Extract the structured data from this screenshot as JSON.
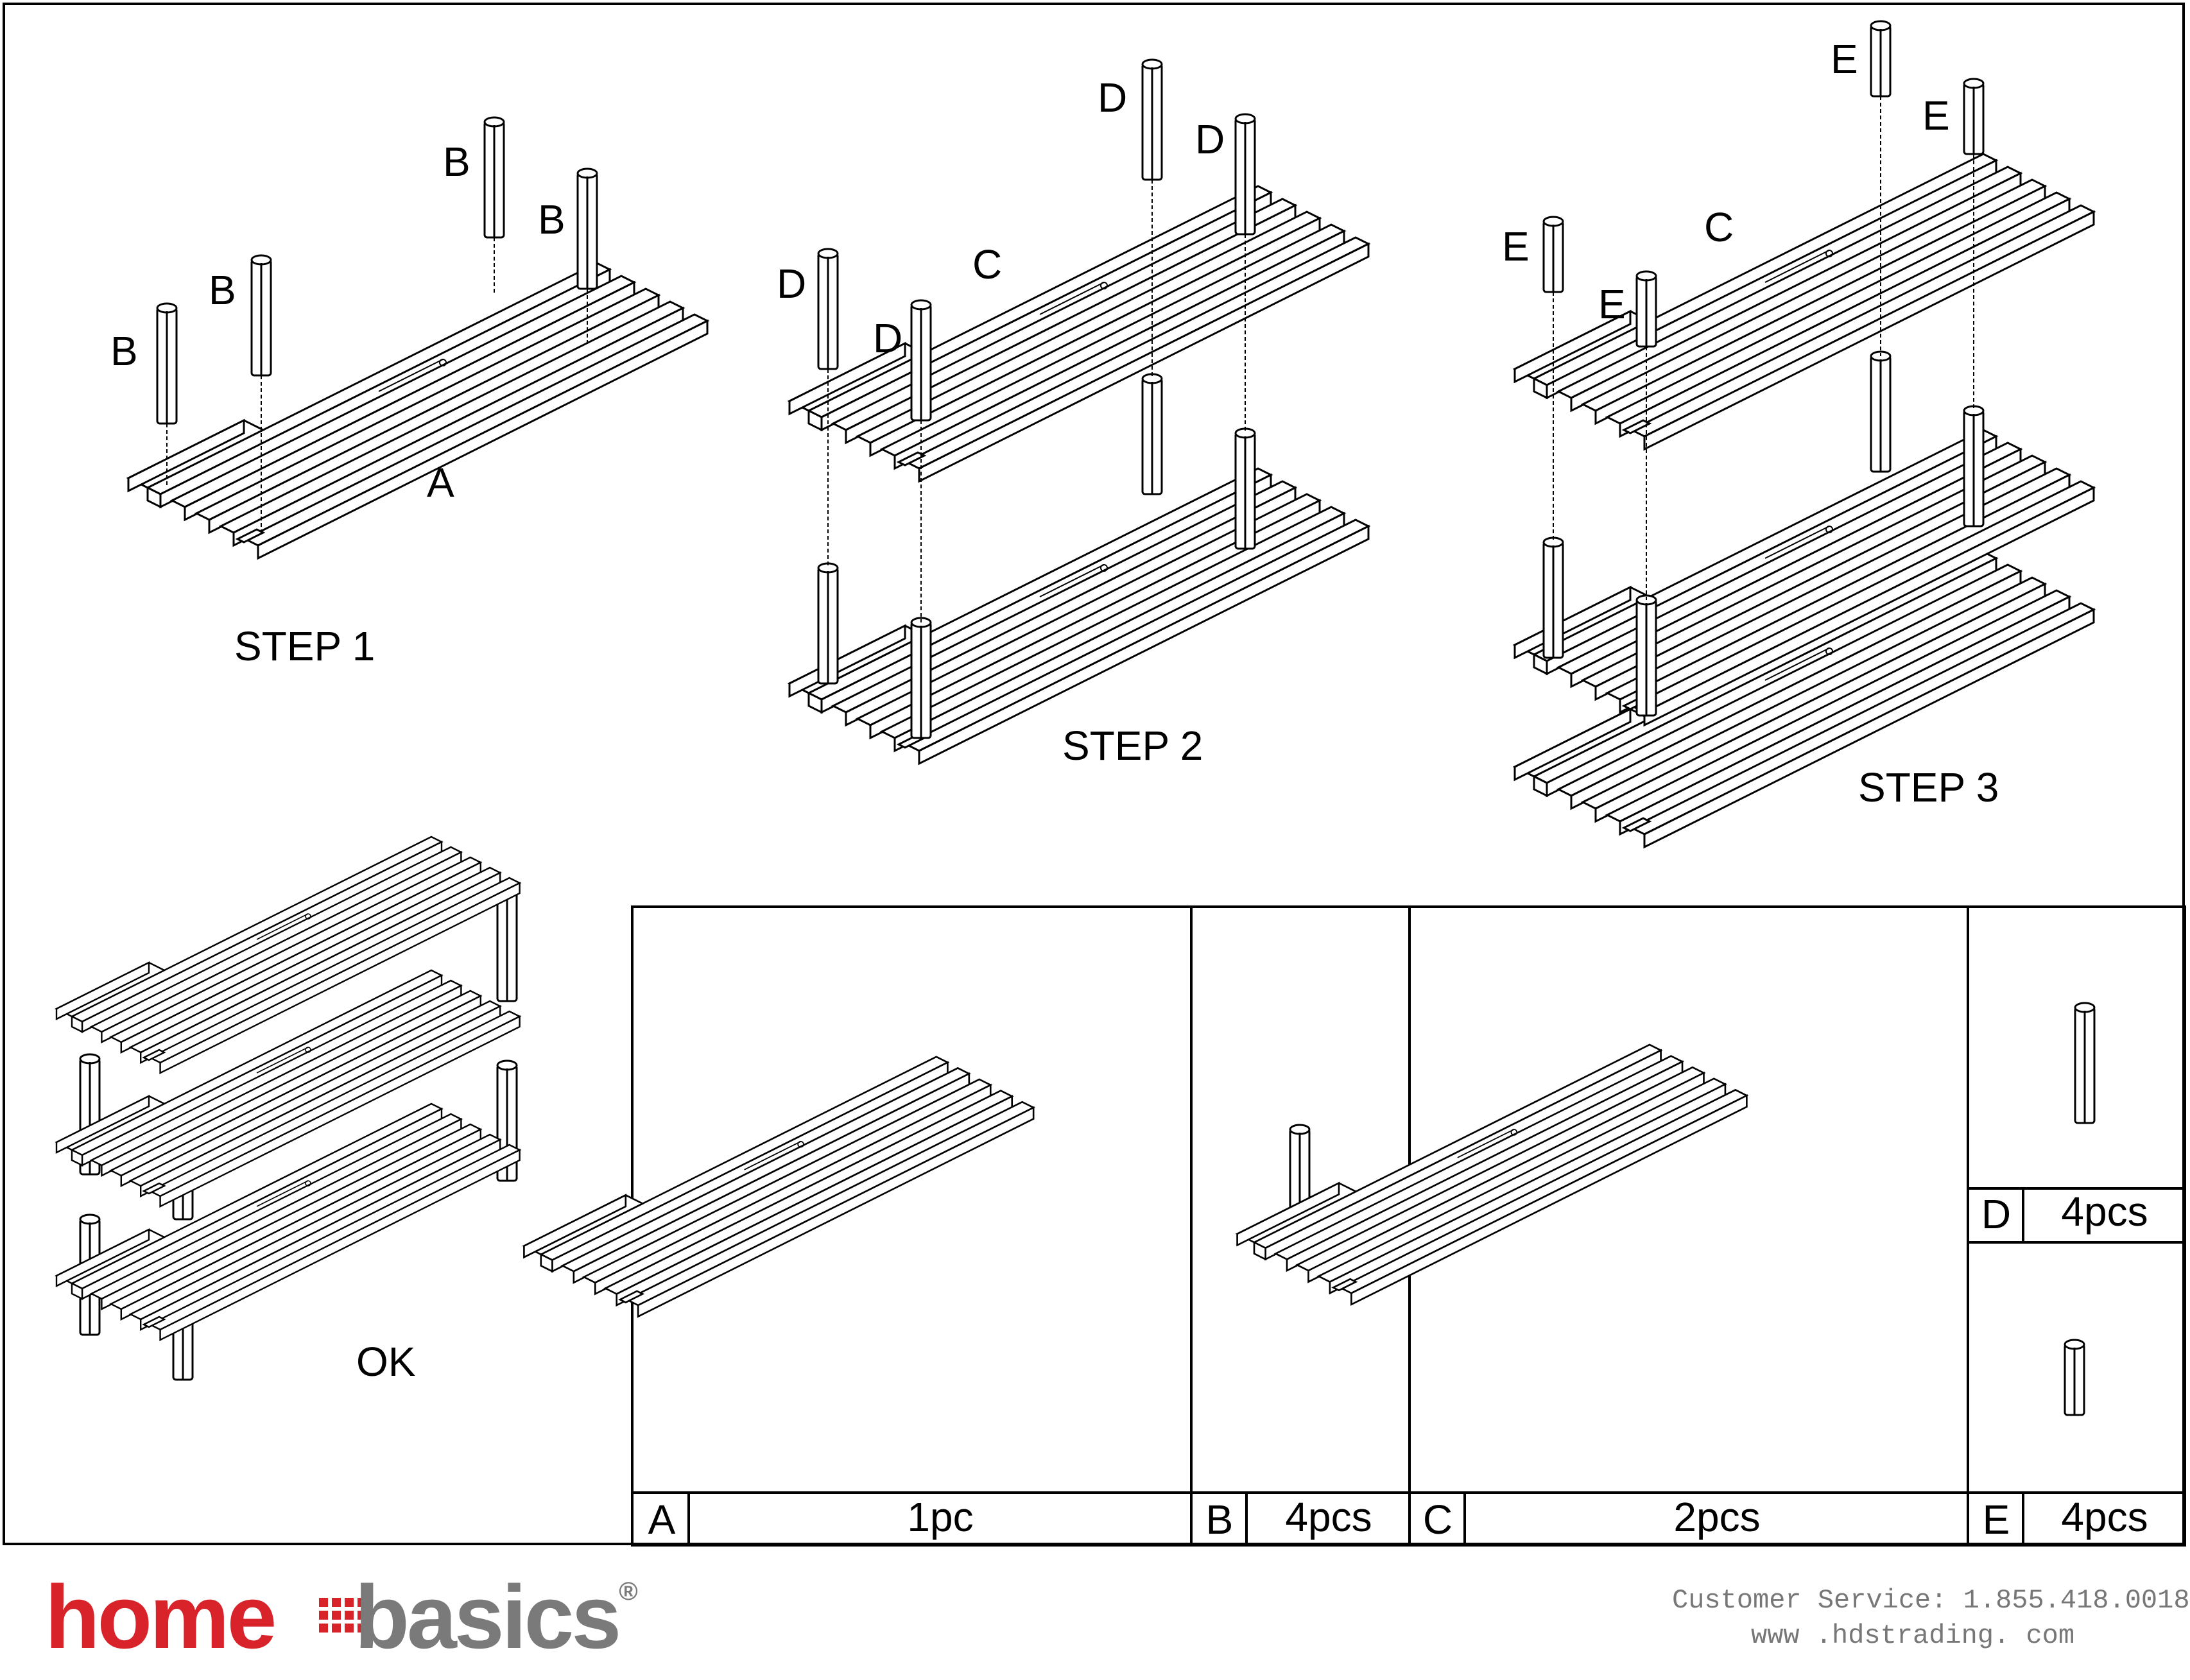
{
  "steps": {
    "step1": {
      "title": "STEP 1",
      "part_a": "A",
      "parts_b": [
        "B",
        "B",
        "B",
        "B"
      ]
    },
    "step2": {
      "title": "STEP 2",
      "part_c": "C",
      "parts_d": [
        "D",
        "D",
        "D",
        "D"
      ]
    },
    "step3": {
      "title": "STEP 3",
      "part_c": "C",
      "parts_e": [
        "E",
        "E",
        "E",
        "E"
      ]
    },
    "final": {
      "title": "OK"
    }
  },
  "parts_list": [
    {
      "letter": "A",
      "qty": "1pc"
    },
    {
      "letter": "B",
      "qty": "4pcs"
    },
    {
      "letter": "C",
      "qty": "2pcs"
    },
    {
      "letter": "D",
      "qty": "4pcs"
    },
    {
      "letter": "E",
      "qty": "4pcs"
    }
  ],
  "footer": {
    "brand_home": "home",
    "brand_basics": "basics",
    "brand_reg": "®",
    "customer_service": "Customer Service: 1.855.418.0018",
    "website": "www .hdstrading. com"
  },
  "colors": {
    "brand_red": "#d8232a",
    "brand_gray": "#7a7a7a",
    "line": "#000000"
  }
}
